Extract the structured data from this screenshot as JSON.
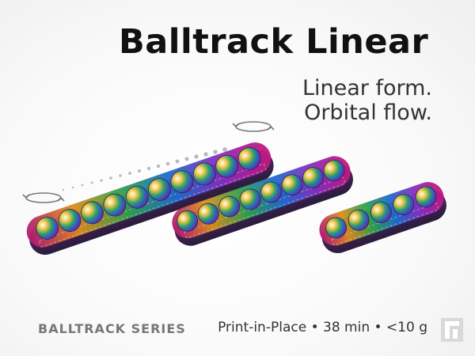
{
  "header": {
    "title": "Balltrack Linear",
    "tagline_line1": "Linear form.",
    "tagline_line2": "Orbital flow."
  },
  "footer": {
    "series": "BALLTRACK SERIES",
    "specs": "Print-in-Place • 38 min • <10 g"
  },
  "product": {
    "tracks": [
      {
        "name": "long-track",
        "ball_count": 10
      },
      {
        "name": "medium-track",
        "ball_count": 8
      },
      {
        "name": "short-track",
        "ball_count": 5
      }
    ],
    "icons": [
      "rotate-arrows-icon",
      "rotate-arrows-icon",
      "brand-logo-icon"
    ],
    "colors": {
      "iridescent": [
        "#c2187a",
        "#e0a020",
        "#2fa84f",
        "#1e6fd1",
        "#7a2fbf"
      ],
      "text_dark": "#111111",
      "text_muted": "#777777"
    }
  }
}
